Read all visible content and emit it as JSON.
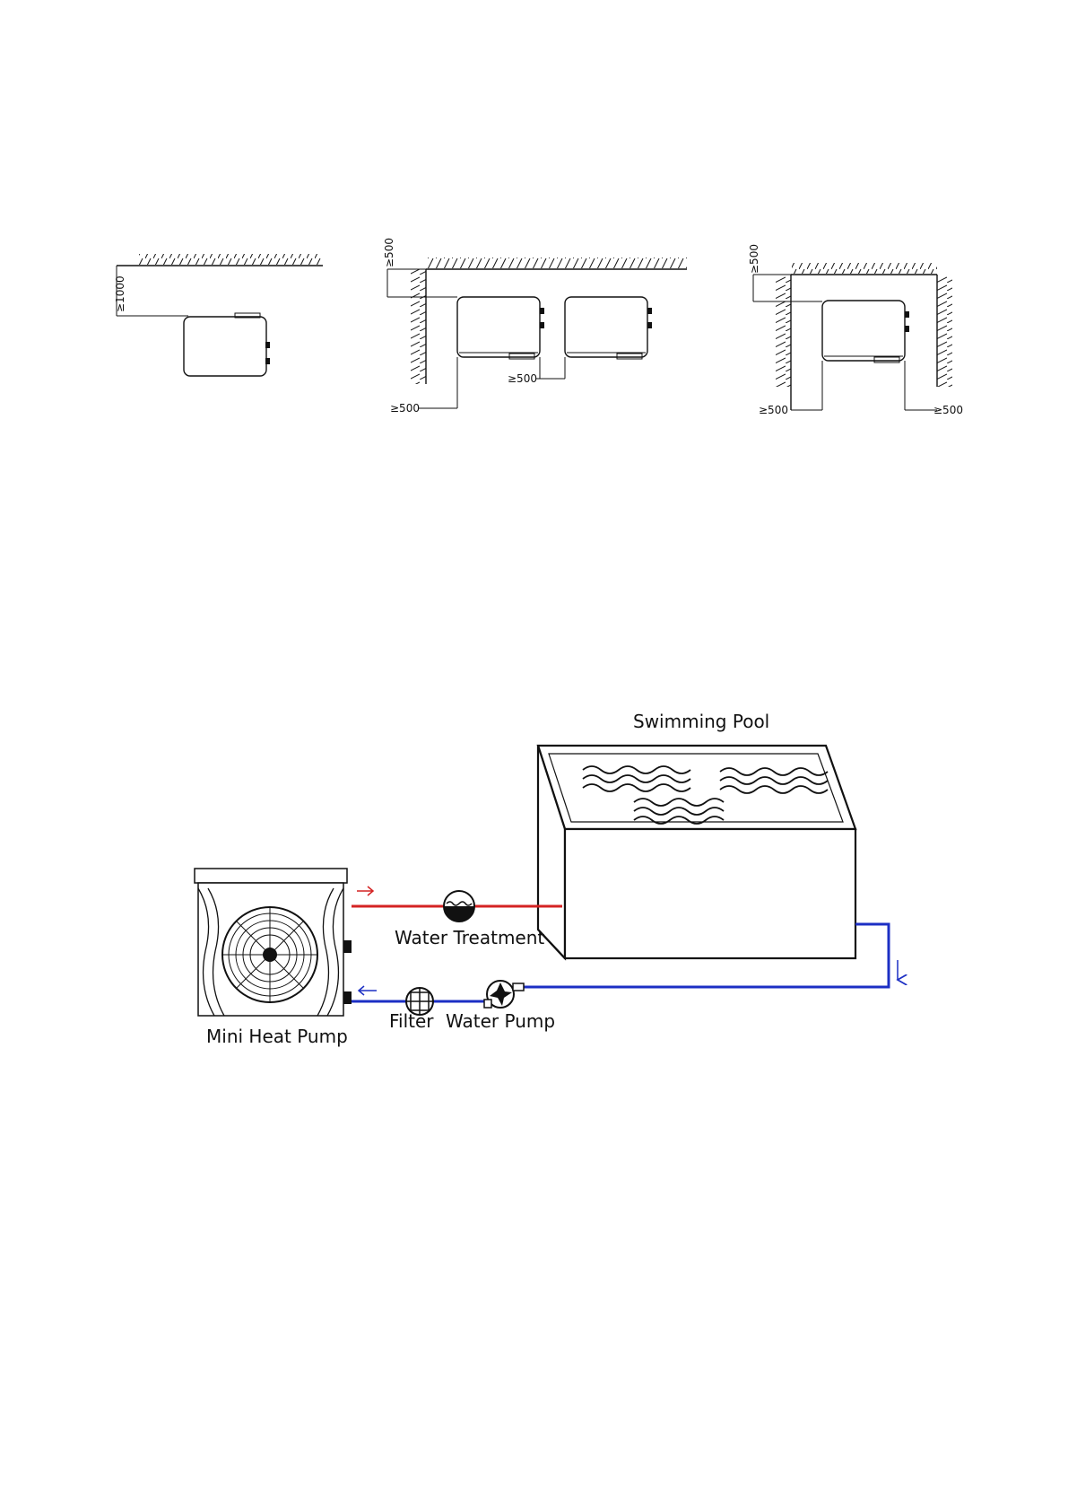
{
  "clearance_diagrams": {
    "top_clearance": "≥1000",
    "left_top": "≥500",
    "left_bottom": "≥500",
    "between_units": "≥500",
    "right_top": "≥500",
    "right_bottom_left": "≥500",
    "right_bottom_right": "≥500"
  },
  "system_diagram": {
    "pool_label": "Swimming Pool",
    "heat_pump_label": "Mini Heat Pump",
    "water_treatment_label": "Water Treatment",
    "filter_label": "Filter",
    "water_pump_label": "Water Pump",
    "colors": {
      "hot_line": "#d42323",
      "cold_line": "#1c2fc4"
    }
  }
}
